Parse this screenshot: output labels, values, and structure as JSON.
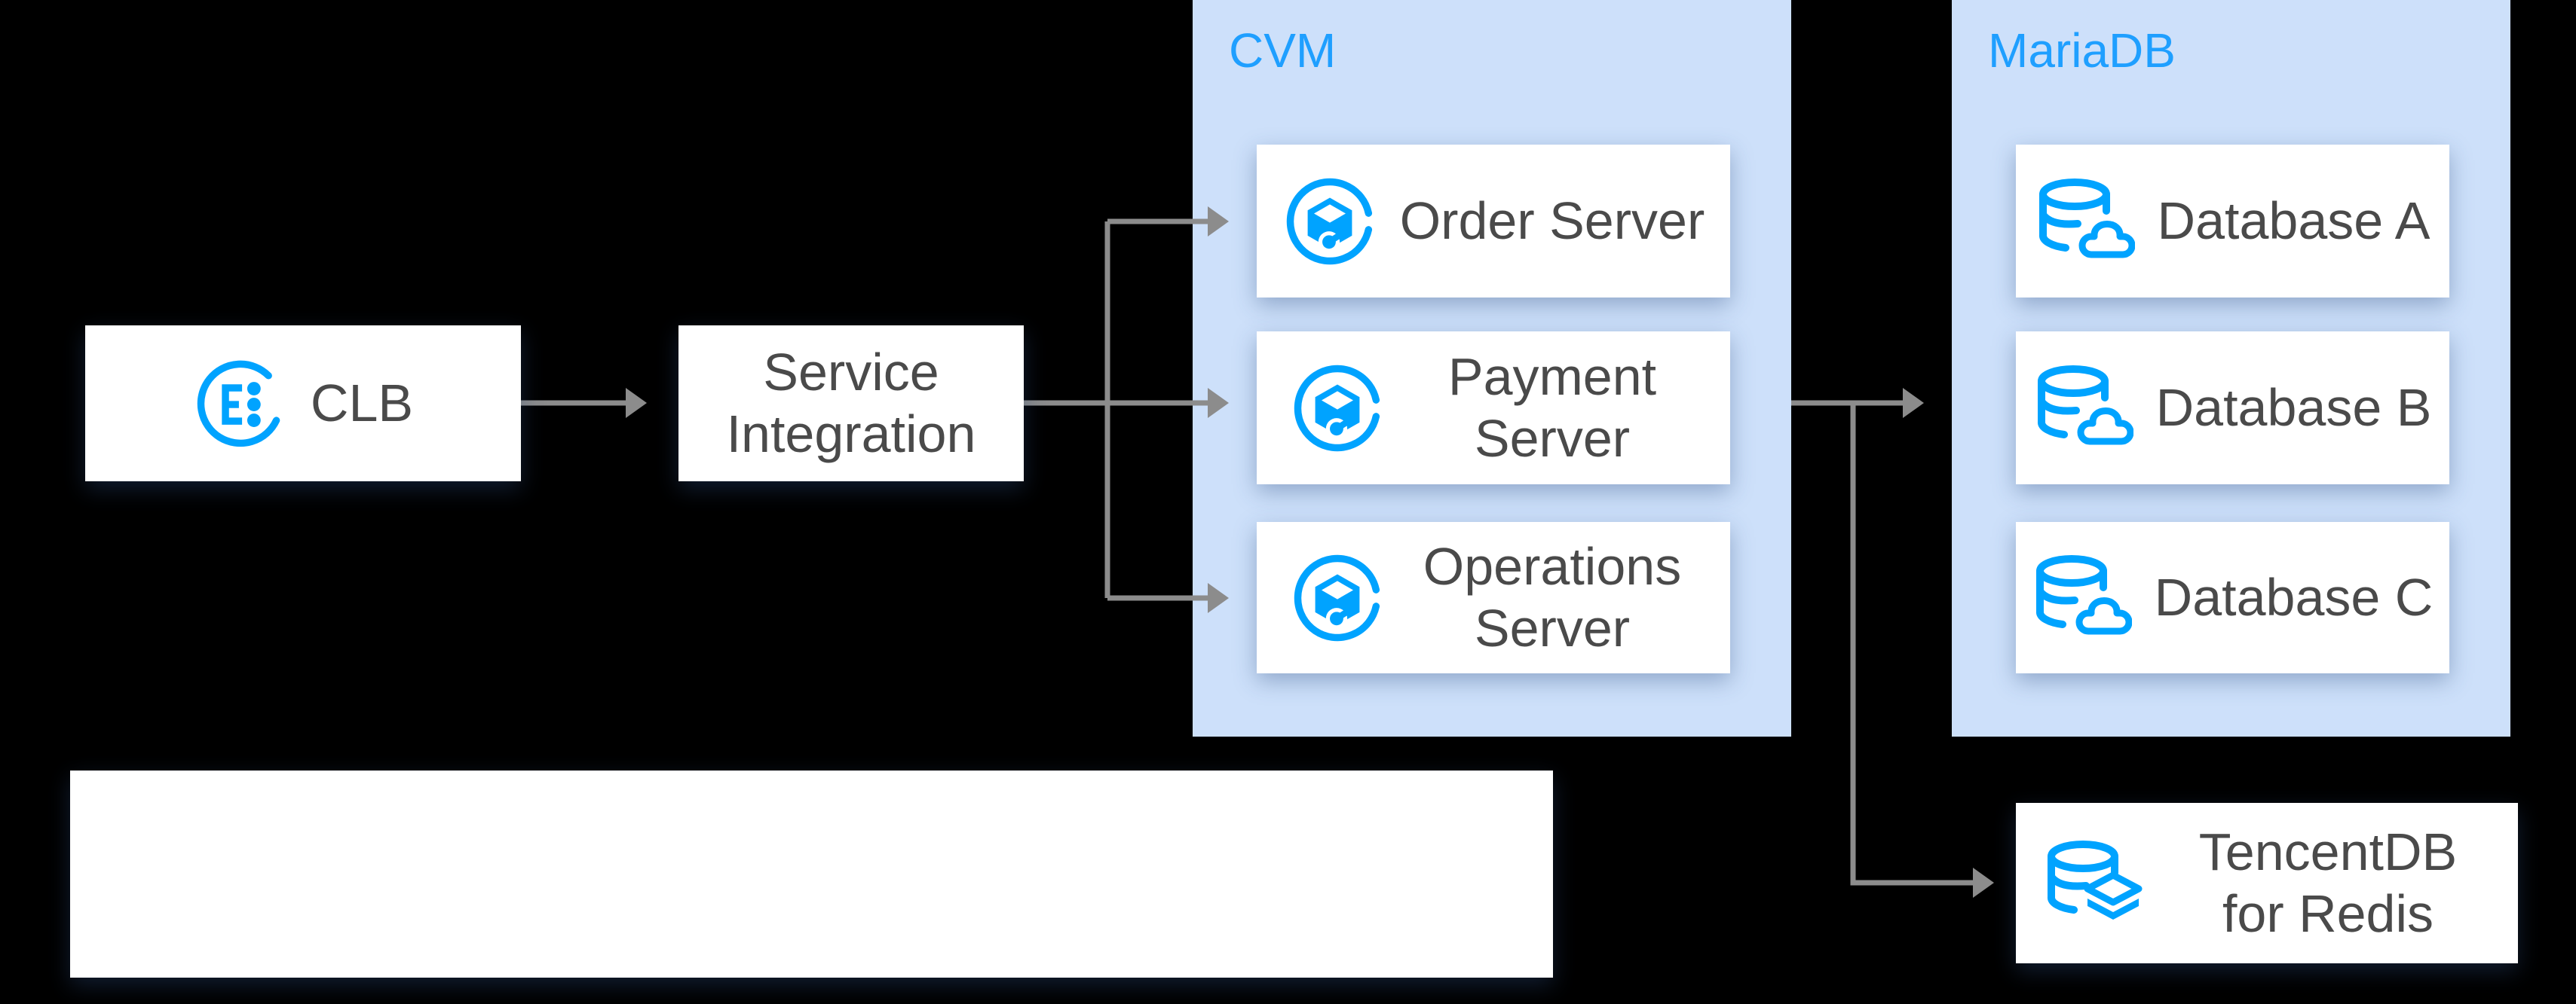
{
  "palette": {
    "background": "#000000",
    "group_panel_bg": "#cde0fa",
    "group_label_blue": "#1f9fff",
    "icon_blue": "#00a3ff",
    "node_bg": "#ffffff",
    "node_text": "#4a4a4a",
    "connector_gray": "#8c8c8c"
  },
  "diagram": {
    "clb": {
      "label": "CLB",
      "icon": "clb-icon"
    },
    "service_integration": {
      "label": "Service Integration"
    },
    "cvm": {
      "label": "CVM",
      "servers": [
        {
          "label": "Order Server",
          "icon": "cvm-icon"
        },
        {
          "label": "Payment Server",
          "icon": "cvm-icon"
        },
        {
          "label": "Operations Server",
          "icon": "cvm-icon"
        }
      ]
    },
    "mariadb": {
      "label": "MariaDB",
      "databases": [
        {
          "label": "Database A",
          "icon": "cloud-database-icon"
        },
        {
          "label": "Database B",
          "icon": "cloud-database-icon"
        },
        {
          "label": "Database C",
          "icon": "cloud-database-icon"
        }
      ]
    },
    "redis": {
      "label": "TencentDB for Redis",
      "icon": "redis-database-icon"
    }
  }
}
